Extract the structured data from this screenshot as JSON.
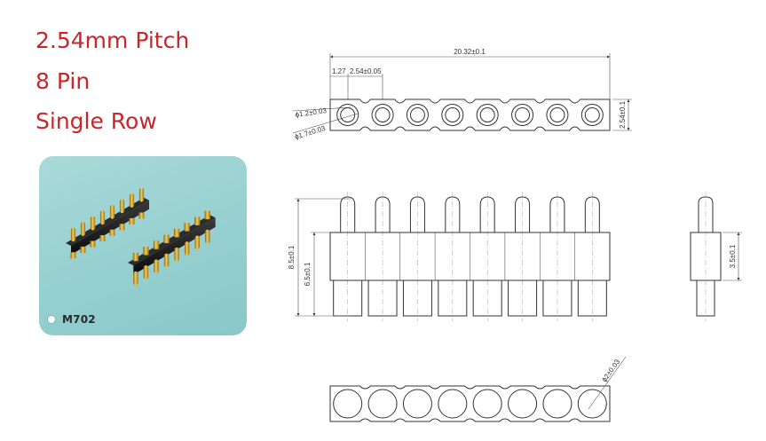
{
  "specs": {
    "pitch": "2.54mm Pitch",
    "pin_count": "8 Pin",
    "rows": "Single Row"
  },
  "photo": {
    "model": "M702",
    "colors": {
      "card": "#9fd4d4",
      "gold": "#d6a630",
      "plastic": "#1c1c1c"
    },
    "pins": 8
  },
  "drawing": {
    "top_view": {
      "overall_length": "20.32±0.1",
      "offset": "1.27",
      "pitch": "2.54±0.05",
      "width": "2.54±0.1",
      "hole_inner": "ϕ1.2±0.03",
      "hole_outer": "ϕ1.7±0.03"
    },
    "front_view": {
      "total_height": "8.5±0.1",
      "body_height": "6.5±0.1"
    },
    "side_view": {
      "height": "3.5±0.1"
    },
    "bottom_view": {
      "hole": "ϕ2±0.03"
    },
    "pin_count": 8
  }
}
